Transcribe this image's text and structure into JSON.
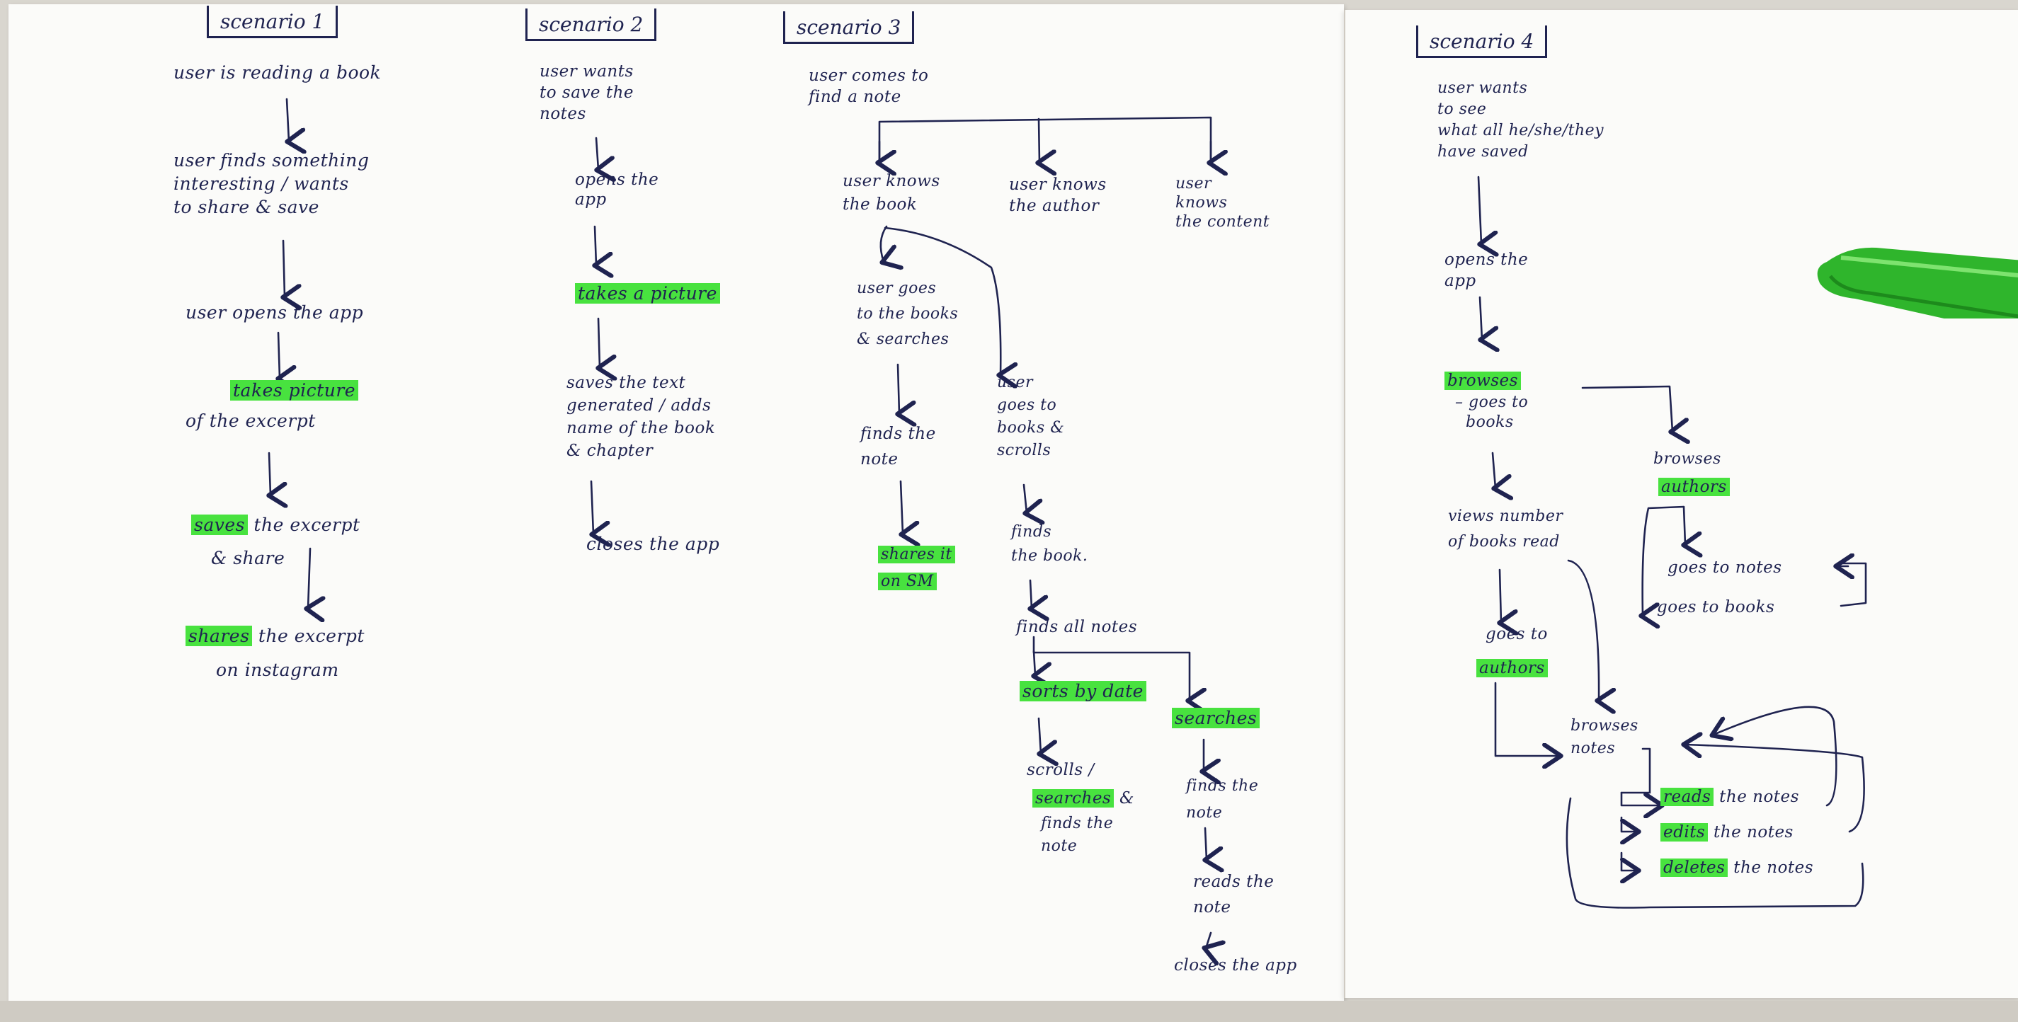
{
  "scenario1": {
    "title": "scenario 1",
    "step1": "user is reading a book",
    "step2": "user finds something\ninteresting / wants\nto share & save",
    "step3": "user opens the app",
    "step4_hl": "takes picture",
    "step4_rest": "of the excerpt",
    "step5_hl": "saves",
    "step5_rest": " the excerpt",
    "step5_line2": "& share",
    "step6_hl": "shares",
    "step6_rest": " the excerpt",
    "step6_line2": "on instagram"
  },
  "scenario2": {
    "title": "scenario 2",
    "step1": "user wants\nto save the\nnotes",
    "step2": "opens the\napp",
    "step3_hl": "takes a picture",
    "step4": "saves the text\ngenerated / adds\nname of the book\n& chapter",
    "step5": "closes the app"
  },
  "scenario3": {
    "title": "scenario 3",
    "step1": "user comes to\nfind a note",
    "branch1": "user knows\nthe book",
    "branch2": "user knows\nthe author",
    "branch3": "user\nknows\nthe content",
    "b1a": "user goes\nto the books\n& searches",
    "b1a_find": "finds the\nnote",
    "b1a_share_hl1": "shares it",
    "b1a_share_hl2": "on SM",
    "b1b": "user\ngoes to\nbooks &\nscrolls",
    "b1b_find": "finds\nthe book.",
    "b1b_all": "finds all notes",
    "sort_hl": "sorts by date",
    "search_hl": "searches",
    "sort_next1": "scrolls /",
    "sort_next_hl": "searches",
    "sort_next_rest": " &",
    "sort_next2": "finds the\nnote",
    "search_next": "finds the\nnote",
    "read": "reads the\nnote",
    "close": "closes the app"
  },
  "scenario4": {
    "title": "scenario 4",
    "step1": "user wants\nto see\nwhat all he/she/they\nhave saved",
    "step2": "opens the\napp",
    "browse_hl": "browses",
    "browse_rest": "– goes to\n  books",
    "browse_authors1": "browses",
    "browse_authors_hl": "authors",
    "views": "views number\nof books read",
    "goes_to": "goes to",
    "authors_hl": "authors",
    "goes_notes": "goes to notes",
    "goes_books": "goes to books",
    "browses_notes": "browses\nnotes",
    "reads_hl": "reads",
    "reads_rest": " the notes",
    "edits_hl": "edits",
    "edits_rest": " the notes",
    "deletes_hl": "deletes",
    "deletes_rest": " the notes"
  },
  "colors": {
    "ink": "#1f2350",
    "highlight": "#48e23f",
    "marker": "#2fb52c"
  }
}
